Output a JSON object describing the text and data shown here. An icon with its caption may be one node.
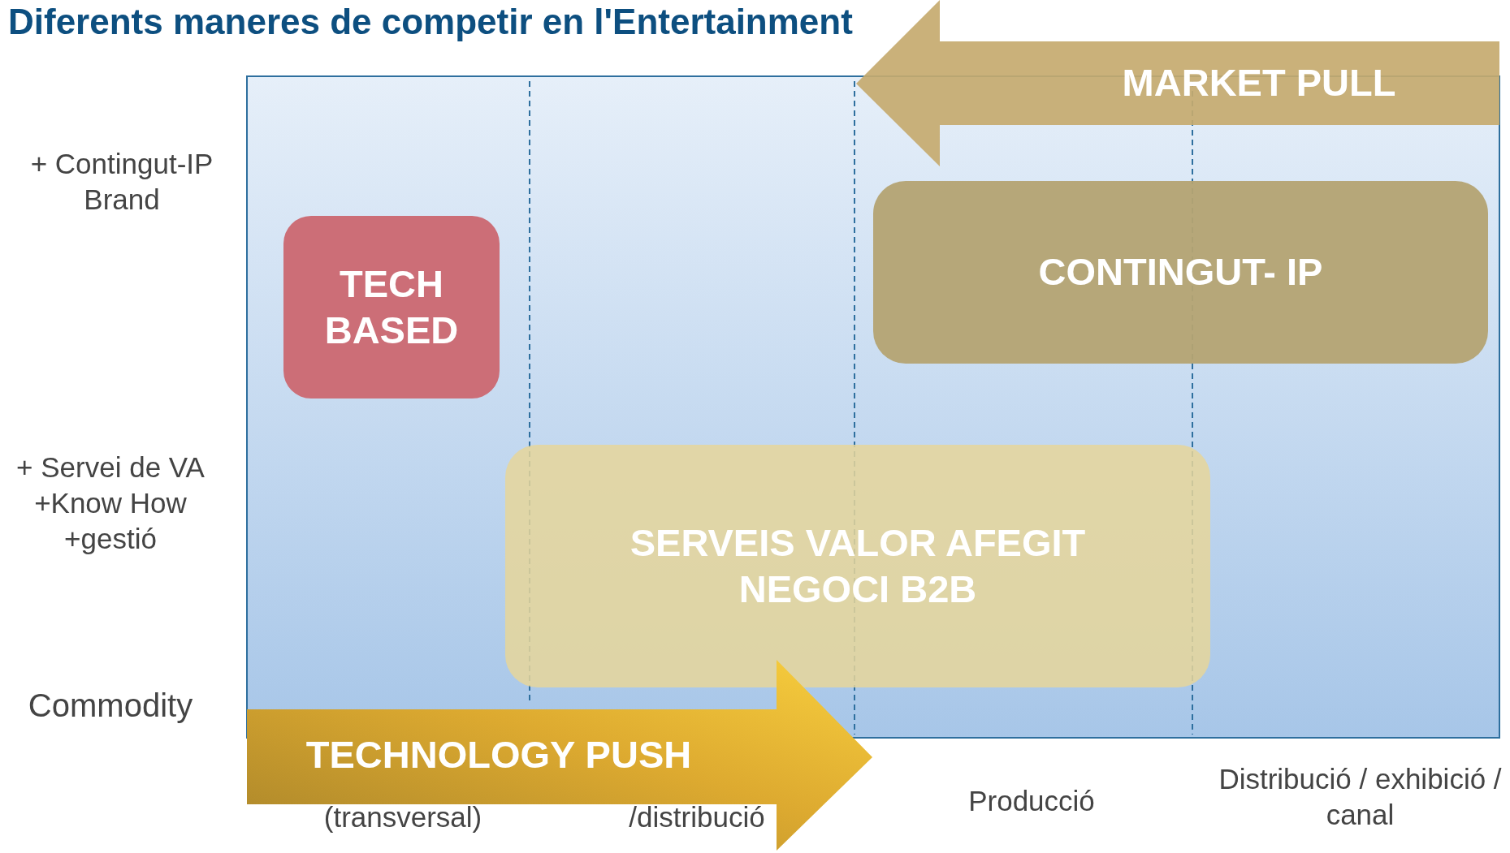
{
  "diagram": {
    "title": "Diferents maneres de competir en l'Entertainment",
    "nodes": [
      {
        "text": [
          "MARKET PULL"
        ]
      },
      {
        "text": [
          "TECH BASED"
        ]
      },
      {
        "text": [
          "CONTINGUT- IP"
        ]
      },
      {
        "text": [
          "SERVEIS VALOR AFEGIT NEGOCI B2B"
        ]
      },
      {
        "text": [
          "TECHNOLOGY PUSH"
        ]
      }
    ],
    "edges": [],
    "labels": [
      "+ Contingut-IP Brand",
      "+ Servei de VA +Know How +gestió",
      "Commodity",
      "(transversal)",
      "/distribució",
      "Producció",
      "Distribució / exhibició / canal"
    ]
  }
}
